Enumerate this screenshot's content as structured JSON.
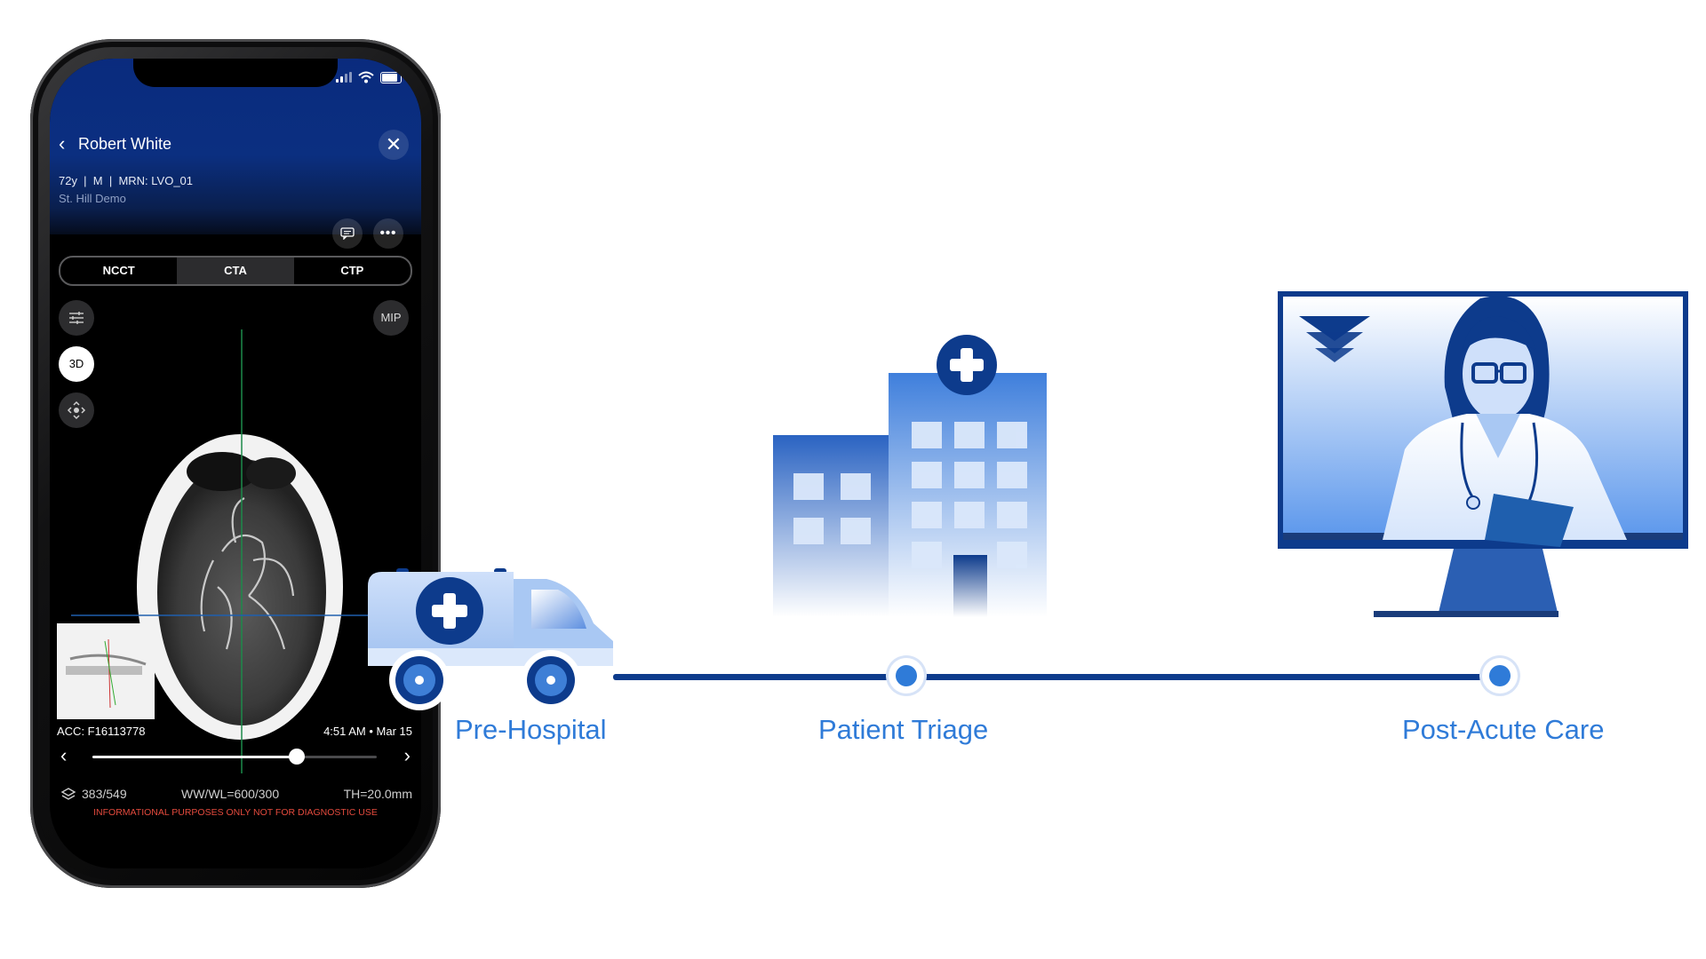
{
  "phone": {
    "patient_name": "Robert White",
    "patient_meta": "72y  |  M  |  MRN: LVO_01",
    "hospital": "St. Hill Demo",
    "tabs": [
      {
        "label": "NCCT",
        "active": false
      },
      {
        "label": "CTA",
        "active": true
      },
      {
        "label": "CTP",
        "active": false
      }
    ],
    "tools": {
      "mip_label": "MIP",
      "three_d_label": "3D"
    },
    "acc": "ACC: F16113778",
    "timestamp": "4:51 AM • Mar 15",
    "slider_progress": 0.72,
    "slice": "383/549",
    "window": "WW/WL=600/300",
    "thickness": "TH=20.0mm",
    "disclaimer": "INFORMATIONAL PURPOSES ONLY NOT FOR DIAGNOSTIC USE"
  },
  "stages": [
    {
      "label": "Pre-Hospital",
      "icon": "ambulance-icon"
    },
    {
      "label": "Patient Triage",
      "icon": "hospital-building-icon"
    },
    {
      "label": "Post-Acute Care",
      "icon": "telemedicine-monitor-icon"
    }
  ],
  "colors": {
    "primary_blue": "#0d3b8c",
    "accent_blue": "#2f7bd8",
    "light_blue": "#a9c8f3",
    "header_blue": "#0b2f80",
    "warning_red": "#e34a3d"
  }
}
